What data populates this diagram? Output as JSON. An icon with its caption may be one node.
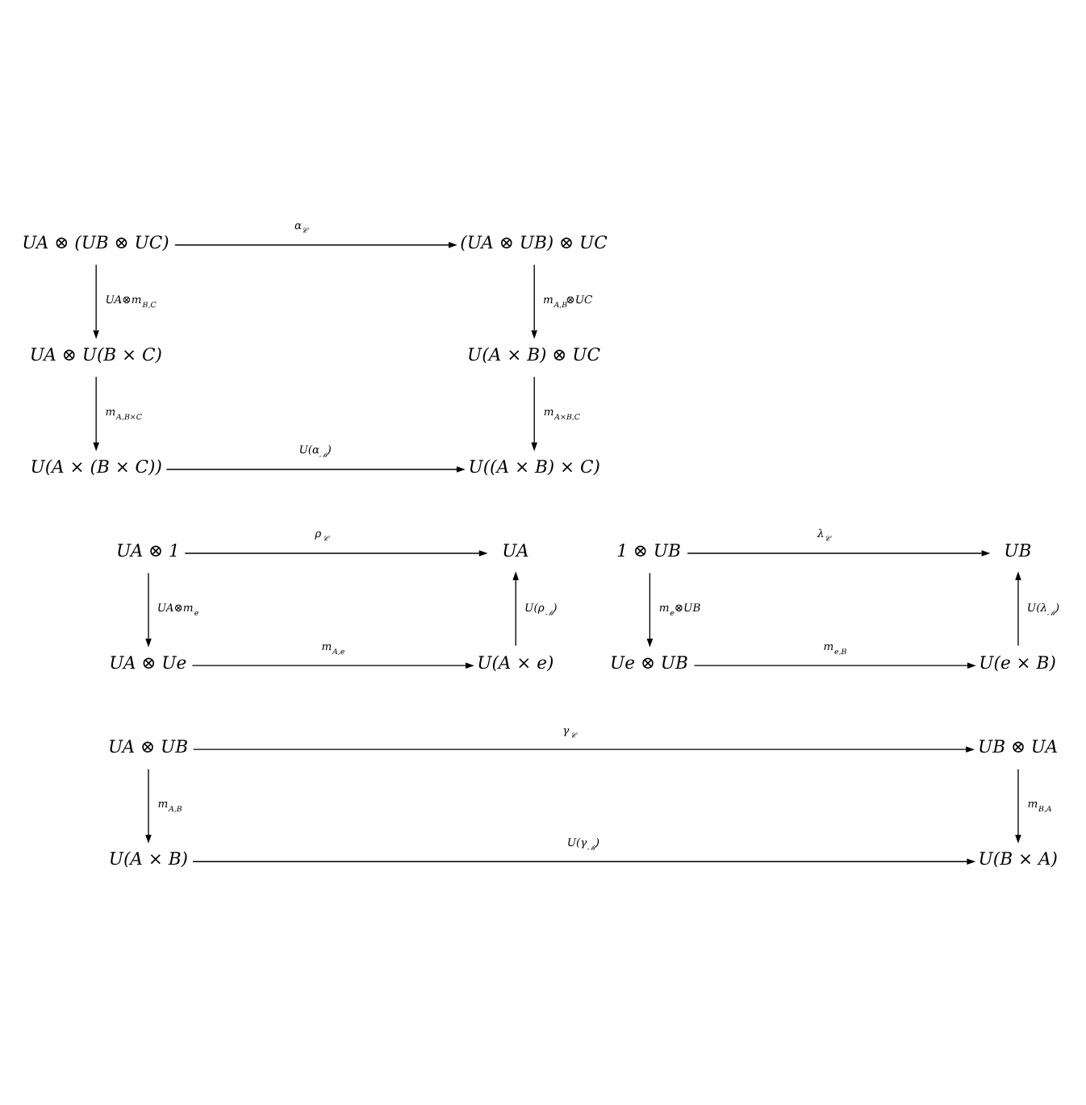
{
  "diagram": {
    "nodes": [
      {
        "text": [
          "UA ⊗ (UB ⊗ UC)"
        ]
      },
      {
        "text": [
          "(UA ⊗ UB) ⊗ UC"
        ]
      },
      {
        "text": [
          "UA ⊗ U(B × C)"
        ]
      },
      {
        "text": [
          "U(A × B) ⊗ UC"
        ]
      },
      {
        "text": [
          "U(A × (B × C))"
        ]
      },
      {
        "text": [
          "U((A × B) × C)"
        ]
      },
      {
        "text": [
          "UA ⊗ 1"
        ]
      },
      {
        "text": [
          "UA"
        ]
      },
      {
        "text": [
          "UA ⊗ Ue"
        ]
      },
      {
        "text": [
          "U(A × e)"
        ]
      },
      {
        "text": [
          "1 ⊗ UB"
        ]
      },
      {
        "text": [
          "UB"
        ]
      },
      {
        "text": [
          "Ue ⊗ UB"
        ]
      },
      {
        "text": [
          "U(e × B)"
        ]
      },
      {
        "text": [
          "UA ⊗ UB"
        ]
      },
      {
        "text": [
          "UB ⊗ UA"
        ]
      },
      {
        "text": [
          "U(A × B)"
        ]
      },
      {
        "text": [
          "U(B × A)"
        ]
      }
    ],
    "edges": [
      {
        "from": 0,
        "to": 1,
        "arrow": "to",
        "label": "α$_{𝒞}$"
      },
      {
        "from": 0,
        "to": 2,
        "arrow": "to",
        "label": "UA⊗m$_{B,C}$"
      },
      {
        "from": 1,
        "to": 3,
        "arrow": "to",
        "label": "m$_{A,B}$⊗UC"
      },
      {
        "from": 2,
        "to": 4,
        "arrow": "to",
        "label": "m$_{A,B×C}$"
      },
      {
        "from": 3,
        "to": 5,
        "arrow": "to",
        "label": "m$_{A×B,C}$"
      },
      {
        "from": 4,
        "to": 5,
        "arrow": "to",
        "label": "U(α$_{ℳ}$)"
      },
      {
        "from": 6,
        "to": 7,
        "arrow": "to",
        "label": "ρ$_{𝒞}$"
      },
      {
        "from": 6,
        "to": 8,
        "arrow": "to",
        "label": "UA⊗m$_{e}$"
      },
      {
        "from": 8,
        "to": 9,
        "arrow": "to",
        "label": "m$_{A,e}$"
      },
      {
        "from": 9,
        "to": 7,
        "arrow": "to",
        "label": "U(ρ$_{ℳ}$)"
      },
      {
        "from": 10,
        "to": 11,
        "arrow": "to",
        "label": "λ$_{𝒞}$"
      },
      {
        "from": 10,
        "to": 12,
        "arrow": "to",
        "label": "m$_{e}$⊗UB"
      },
      {
        "from": 12,
        "to": 13,
        "arrow": "to",
        "label": "m$_{e,B}$"
      },
      {
        "from": 13,
        "to": 11,
        "arrow": "to",
        "label": "U(λ$_{ℳ}$)"
      },
      {
        "from": 14,
        "to": 15,
        "arrow": "to",
        "label": "γ$_{𝒞}$"
      },
      {
        "from": 14,
        "to": 16,
        "arrow": "to",
        "label": "m$_{A,B}$"
      },
      {
        "from": 15,
        "to": 17,
        "arrow": "to",
        "label": "m$_{B,A}$"
      },
      {
        "from": 16,
        "to": 17,
        "arrow": "to",
        "label": "U(γ$_{ℳ}$)"
      }
    ]
  }
}
